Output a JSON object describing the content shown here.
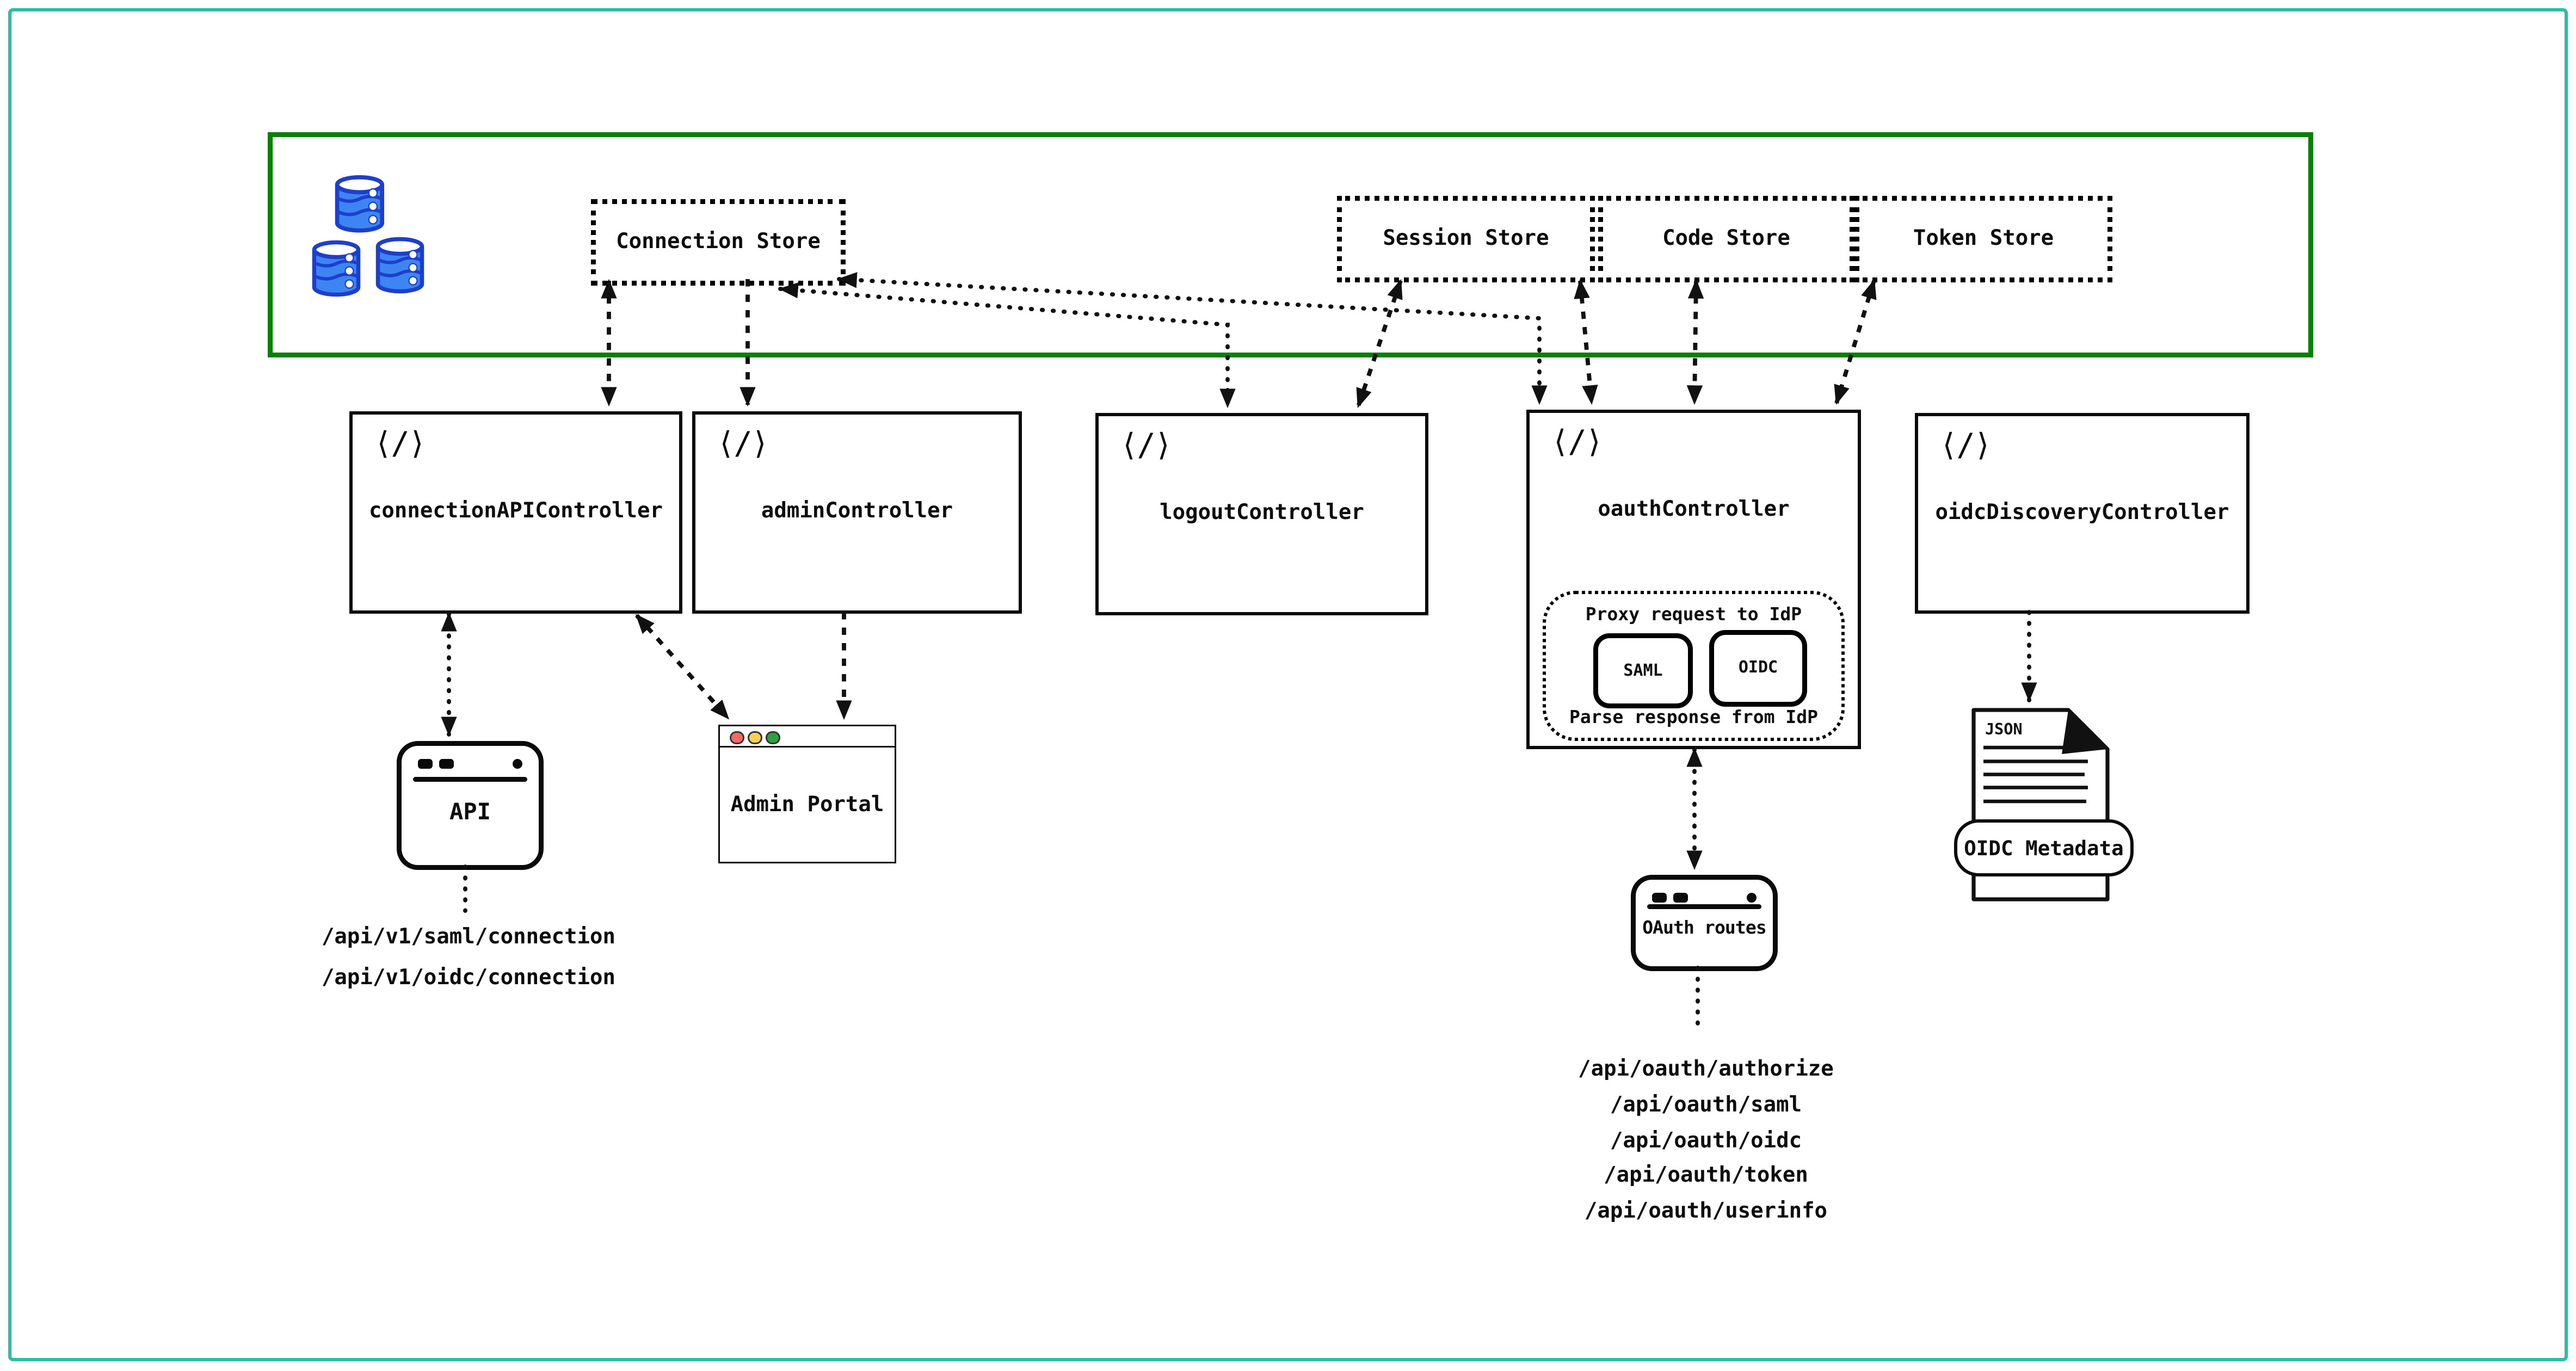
{
  "frame": {
    "outer_border_color": "#2abfa3"
  },
  "stores_zone": {
    "border_color": "#088008",
    "database_icon_colors": {
      "fill": "#3d85f2",
      "stroke": "#1d3fc9"
    },
    "stores": [
      {
        "label": "Connection Store"
      },
      {
        "label": "Session Store"
      },
      {
        "label": "Code Store"
      },
      {
        "label": "Token Store"
      }
    ]
  },
  "code_icon": "⟨/⟩",
  "controllers": [
    {
      "label": "connectionAPIController"
    },
    {
      "label": "adminController"
    },
    {
      "label": "logoutController"
    },
    {
      "label": "oauthController"
    },
    {
      "label": "oidcDiscoveryController"
    }
  ],
  "oauth_proxy": {
    "top_label": "Proxy request to IdP",
    "protocols": [
      "SAML",
      "OIDC"
    ],
    "bottom_label": "Parse response from IdP"
  },
  "api_window": {
    "label": "API",
    "endpoints": [
      "/api/v1/saml/connection",
      "/api/v1/oidc/connection"
    ]
  },
  "admin_portal": {
    "label": "Admin Portal",
    "traffic_light_colors": [
      "#f96860",
      "#f7d154",
      "#2ea043"
    ]
  },
  "oauth_routes": {
    "label": "OAuth routes",
    "endpoints": [
      "/api/oauth/authorize",
      "/api/oauth/saml",
      "/api/oauth/oidc",
      "/api/oauth/token",
      "/api/oauth/userinfo"
    ]
  },
  "oidc_metadata": {
    "file_type": "JSON",
    "label": "OIDC Metadata"
  }
}
